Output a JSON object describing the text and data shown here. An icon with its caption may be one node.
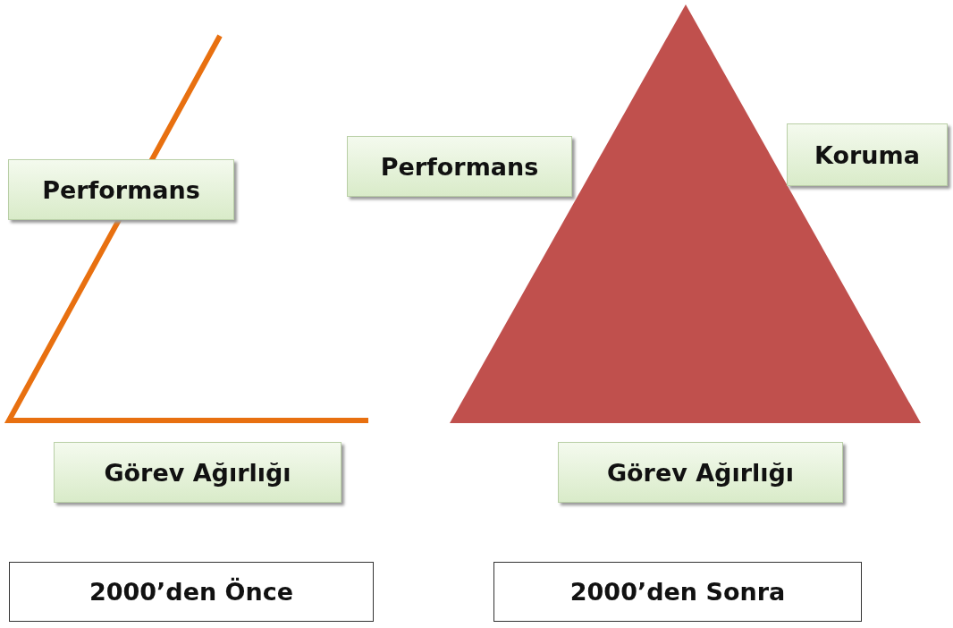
{
  "diagram": {
    "nodes": [
      {
        "text": [
          "Performans"
        ]
      },
      {
        "text": [
          "Görev Ağırlığı"
        ]
      },
      {
        "text": [
          "2000’den Önce"
        ]
      },
      {
        "text": [
          "Performans"
        ]
      },
      {
        "text": [
          "Koruma"
        ]
      },
      {
        "text": [
          "Görev Ağırlığı"
        ]
      },
      {
        "text": [
          "2000’den Sonra"
        ]
      }
    ]
  }
}
